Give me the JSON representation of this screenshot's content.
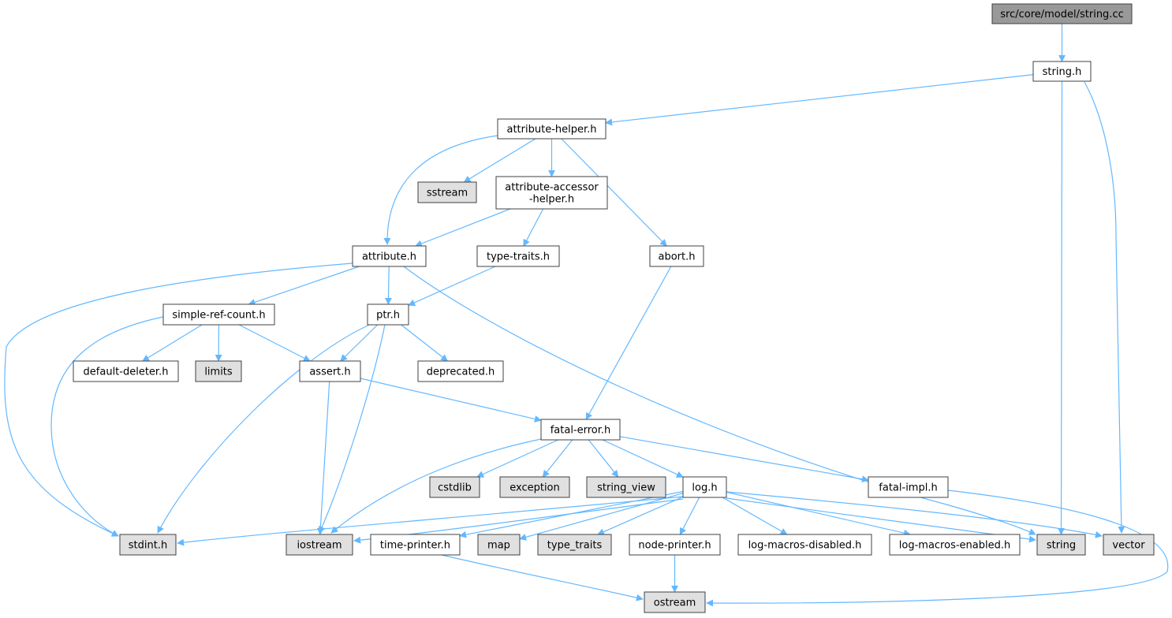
{
  "colors": {
    "root_fill": "#999999",
    "node_fill": "#ffffff",
    "system_fill": "#e0e0e0",
    "border": "#404040",
    "edge": "#63b8ff"
  },
  "nodes": [
    {
      "id": "root",
      "lines": [
        "src/core/model/string.cc"
      ],
      "kind": "root"
    },
    {
      "id": "string_h",
      "lines": [
        "string.h"
      ],
      "kind": "local"
    },
    {
      "id": "attribute_helper_h",
      "lines": [
        "attribute-helper.h"
      ],
      "kind": "local"
    },
    {
      "id": "sstream",
      "lines": [
        "sstream"
      ],
      "kind": "system"
    },
    {
      "id": "attribute_accessor_helper_h",
      "lines": [
        "attribute-accessor",
        "-helper.h"
      ],
      "kind": "local"
    },
    {
      "id": "abort_h",
      "lines": [
        "abort.h"
      ],
      "kind": "local"
    },
    {
      "id": "attribute_h",
      "lines": [
        "attribute.h"
      ],
      "kind": "local"
    },
    {
      "id": "type_traits_h",
      "lines": [
        "type-traits.h"
      ],
      "kind": "local"
    },
    {
      "id": "simple_ref_count_h",
      "lines": [
        "simple-ref-count.h"
      ],
      "kind": "local"
    },
    {
      "id": "ptr_h",
      "lines": [
        "ptr.h"
      ],
      "kind": "local"
    },
    {
      "id": "default_deleter_h",
      "lines": [
        "default-deleter.h"
      ],
      "kind": "local"
    },
    {
      "id": "limits",
      "lines": [
        "limits"
      ],
      "kind": "system"
    },
    {
      "id": "assert_h",
      "lines": [
        "assert.h"
      ],
      "kind": "local"
    },
    {
      "id": "deprecated_h",
      "lines": [
        "deprecated.h"
      ],
      "kind": "local"
    },
    {
      "id": "fatal_error_h",
      "lines": [
        "fatal-error.h"
      ],
      "kind": "local"
    },
    {
      "id": "cstdlib",
      "lines": [
        "cstdlib"
      ],
      "kind": "system"
    },
    {
      "id": "exception",
      "lines": [
        "exception"
      ],
      "kind": "system"
    },
    {
      "id": "string_view",
      "lines": [
        "string_view"
      ],
      "kind": "system"
    },
    {
      "id": "log_h",
      "lines": [
        "log.h"
      ],
      "kind": "local"
    },
    {
      "id": "fatal_impl_h",
      "lines": [
        "fatal-impl.h"
      ],
      "kind": "local"
    },
    {
      "id": "stdint_h",
      "lines": [
        "stdint.h"
      ],
      "kind": "system"
    },
    {
      "id": "iostream",
      "lines": [
        "iostream"
      ],
      "kind": "system"
    },
    {
      "id": "time_printer_h",
      "lines": [
        "time-printer.h"
      ],
      "kind": "local"
    },
    {
      "id": "map",
      "lines": [
        "map"
      ],
      "kind": "system"
    },
    {
      "id": "type_traits",
      "lines": [
        "type_traits"
      ],
      "kind": "system"
    },
    {
      "id": "node_printer_h",
      "lines": [
        "node-printer.h"
      ],
      "kind": "local"
    },
    {
      "id": "log_macros_disabled_h",
      "lines": [
        "log-macros-disabled.h"
      ],
      "kind": "local"
    },
    {
      "id": "log_macros_enabled_h",
      "lines": [
        "log-macros-enabled.h"
      ],
      "kind": "local"
    },
    {
      "id": "string",
      "lines": [
        "string"
      ],
      "kind": "system"
    },
    {
      "id": "vector",
      "lines": [
        "vector"
      ],
      "kind": "system"
    },
    {
      "id": "ostream",
      "lines": [
        "ostream"
      ],
      "kind": "system"
    }
  ],
  "edges": [
    [
      "root",
      "string_h"
    ],
    [
      "string_h",
      "attribute_helper_h"
    ],
    [
      "string_h",
      "string"
    ],
    [
      "string_h",
      "vector"
    ],
    [
      "attribute_helper_h",
      "attribute_h"
    ],
    [
      "attribute_helper_h",
      "sstream"
    ],
    [
      "attribute_helper_h",
      "attribute_accessor_helper_h"
    ],
    [
      "attribute_helper_h",
      "abort_h"
    ],
    [
      "attribute_accessor_helper_h",
      "attribute_h"
    ],
    [
      "attribute_accessor_helper_h",
      "type_traits_h"
    ],
    [
      "type_traits_h",
      "ptr_h"
    ],
    [
      "abort_h",
      "fatal_error_h"
    ],
    [
      "attribute_h",
      "stdint_h"
    ],
    [
      "attribute_h",
      "simple_ref_count_h"
    ],
    [
      "attribute_h",
      "ptr_h"
    ],
    [
      "attribute_h",
      "string"
    ],
    [
      "simple_ref_count_h",
      "stdint_h"
    ],
    [
      "simple_ref_count_h",
      "default_deleter_h"
    ],
    [
      "simple_ref_count_h",
      "limits"
    ],
    [
      "simple_ref_count_h",
      "assert_h"
    ],
    [
      "ptr_h",
      "stdint_h"
    ],
    [
      "ptr_h",
      "assert_h"
    ],
    [
      "ptr_h",
      "iostream"
    ],
    [
      "ptr_h",
      "deprecated_h"
    ],
    [
      "assert_h",
      "iostream"
    ],
    [
      "assert_h",
      "fatal_error_h"
    ],
    [
      "fatal_error_h",
      "iostream"
    ],
    [
      "fatal_error_h",
      "cstdlib"
    ],
    [
      "fatal_error_h",
      "exception"
    ],
    [
      "fatal_error_h",
      "string_view"
    ],
    [
      "fatal_error_h",
      "log_h"
    ],
    [
      "fatal_error_h",
      "fatal_impl_h"
    ],
    [
      "fatal_impl_h",
      "ostream"
    ],
    [
      "log_h",
      "stdint_h"
    ],
    [
      "log_h",
      "iostream"
    ],
    [
      "log_h",
      "time_printer_h"
    ],
    [
      "log_h",
      "map"
    ],
    [
      "log_h",
      "type_traits"
    ],
    [
      "log_h",
      "node_printer_h"
    ],
    [
      "log_h",
      "log_macros_disabled_h"
    ],
    [
      "log_h",
      "log_macros_enabled_h"
    ],
    [
      "log_h",
      "string"
    ],
    [
      "log_h",
      "vector"
    ],
    [
      "time_printer_h",
      "ostream"
    ],
    [
      "node_printer_h",
      "ostream"
    ]
  ]
}
